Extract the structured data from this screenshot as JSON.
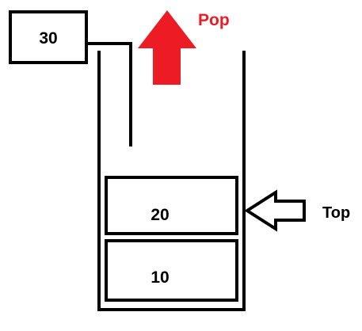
{
  "popped": {
    "value": "30"
  },
  "pop_label": "Pop",
  "stack": {
    "items": [
      {
        "value": "20"
      },
      {
        "value": "10"
      }
    ]
  },
  "top_label": "Top",
  "colors": {
    "stroke": "#000000",
    "pop": "#ed1c24",
    "background": "#ffffff"
  }
}
